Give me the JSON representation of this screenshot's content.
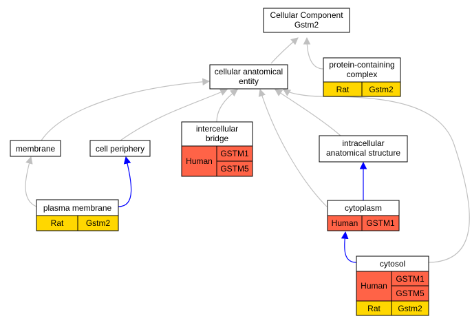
{
  "nodes": {
    "cellular_component": {
      "line1": "Cellular Component",
      "line2": "Gstm2"
    },
    "cellular_anatomical_entity": {
      "line1": "cellular anatomical",
      "line2": "entity"
    },
    "protein_containing_complex": {
      "line1": "protein-containing",
      "line2": "complex",
      "species": "Rat",
      "gene": "Gstm2"
    },
    "intercellular_bridge": {
      "line1": "intercellular",
      "line2": "bridge",
      "species": "Human",
      "genes": [
        "GSTM1",
        "GSTM5"
      ]
    },
    "membrane": {
      "label": "membrane"
    },
    "cell_periphery": {
      "label": "cell periphery"
    },
    "intracellular_anatomical_structure": {
      "line1": "intracellular",
      "line2": "anatomical structure"
    },
    "plasma_membrane": {
      "label": "plasma membrane",
      "species": "Rat",
      "gene": "Gstm2"
    },
    "cytoplasm": {
      "label": "cytoplasm",
      "species": "Human",
      "gene": "GSTM1"
    },
    "cytosol": {
      "label": "cytosol",
      "species_human": "Human",
      "genes": [
        "GSTM1",
        "GSTM5"
      ],
      "species_rat": "Rat",
      "gene_rat": "Gstm2"
    }
  },
  "colors": {
    "rat": "#ffd700",
    "human": "#ff6347",
    "is_a_edge": "#c0c0c0",
    "part_of_edge": "#0000ff"
  }
}
